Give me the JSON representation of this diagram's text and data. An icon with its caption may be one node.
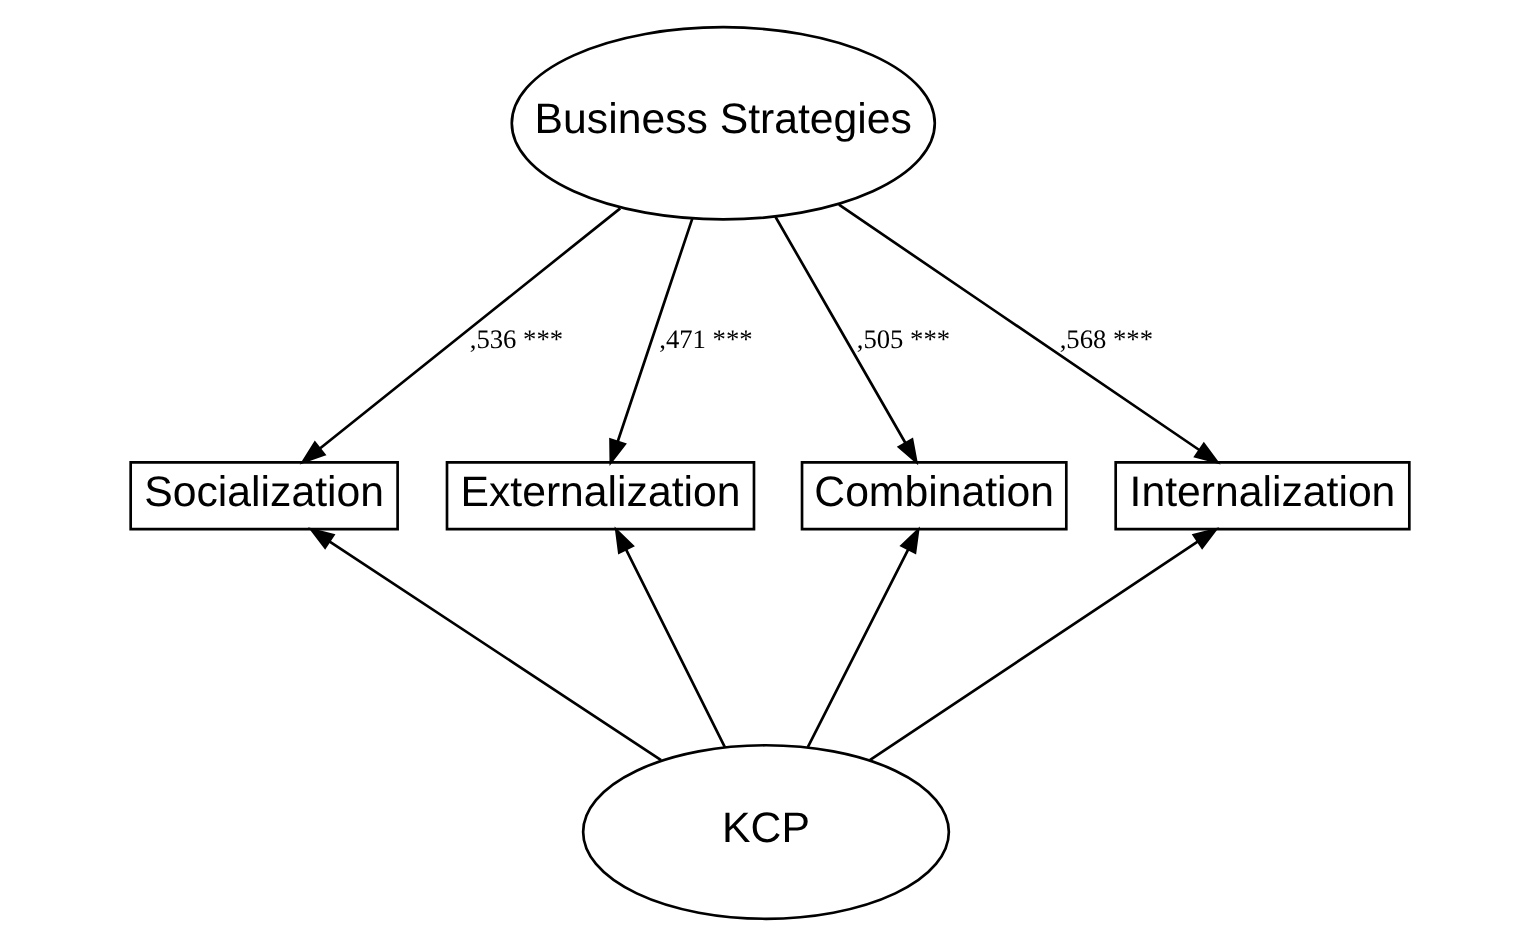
{
  "diagram": {
    "nodes": [
      {
        "text": [
          "Business Strategies"
        ]
      },
      {
        "text": [
          "Socialization"
        ]
      },
      {
        "text": [
          "Externalization"
        ]
      },
      {
        "text": [
          "Combination"
        ]
      },
      {
        "text": [
          "Internalization"
        ]
      },
      {
        "text": [
          "KCP"
        ]
      }
    ],
    "edges": [
      {
        "from": 0,
        "to": 1,
        "arrow": "to",
        "label": ",536 ***"
      },
      {
        "from": 0,
        "to": 2,
        "arrow": "to",
        "label": ",471 ***"
      },
      {
        "from": 0,
        "to": 3,
        "arrow": "to",
        "label": ",505 ***"
      },
      {
        "from": 0,
        "to": 4,
        "arrow": "to",
        "label": ",568 ***"
      },
      {
        "from": 5,
        "to": 1,
        "arrow": "to"
      },
      {
        "from": 5,
        "to": 2,
        "arrow": "to"
      },
      {
        "from": 5,
        "to": 3,
        "arrow": "to"
      },
      {
        "from": 5,
        "to": 4,
        "arrow": "to"
      }
    ]
  }
}
